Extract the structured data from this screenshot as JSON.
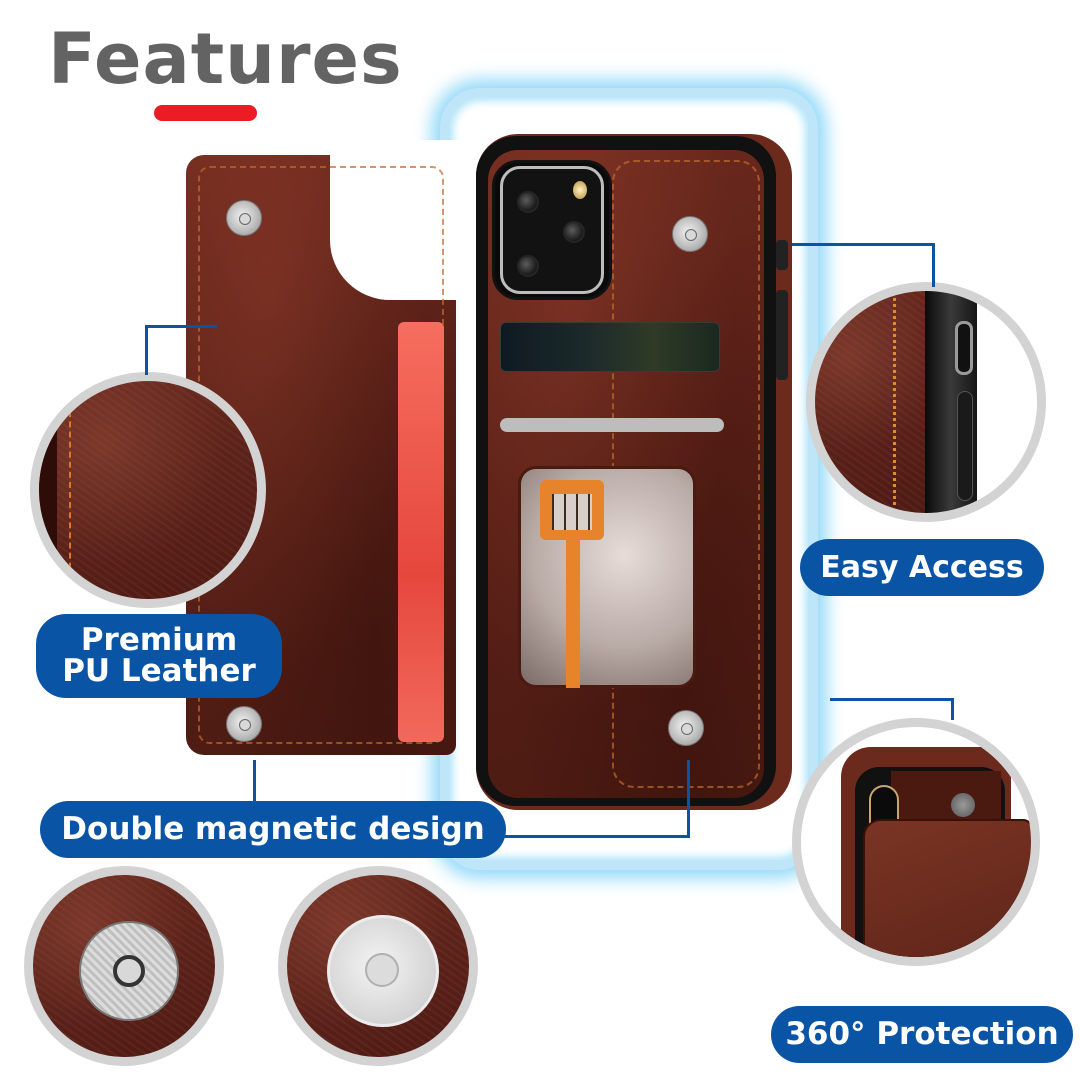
{
  "header": {
    "title": "Features",
    "underline_color": "#ed1c24",
    "title_color": "#636363"
  },
  "colors": {
    "label_bg": "#0a54a6",
    "label_text": "#ffffff",
    "circle_border": "#d3d3d3",
    "glow": "#8ed8f8",
    "leather": "#5a2017",
    "stitching": "#c06b2c"
  },
  "features": [
    {
      "id": "premium",
      "label_line1": "Premium",
      "label_line2": "PU Leather",
      "image": "leather-texture-closeup"
    },
    {
      "id": "access",
      "label": "Easy Access",
      "image": "side-port-button-closeup"
    },
    {
      "id": "magnetic",
      "label": "Double magnetic design",
      "image": "magnet-closeups"
    },
    {
      "id": "protection",
      "label": "360° Protection",
      "image": "phone-corner-closeup"
    }
  ],
  "product": {
    "description": "brown leather wallet phone case with card slots, photo window and magnetic flap"
  }
}
